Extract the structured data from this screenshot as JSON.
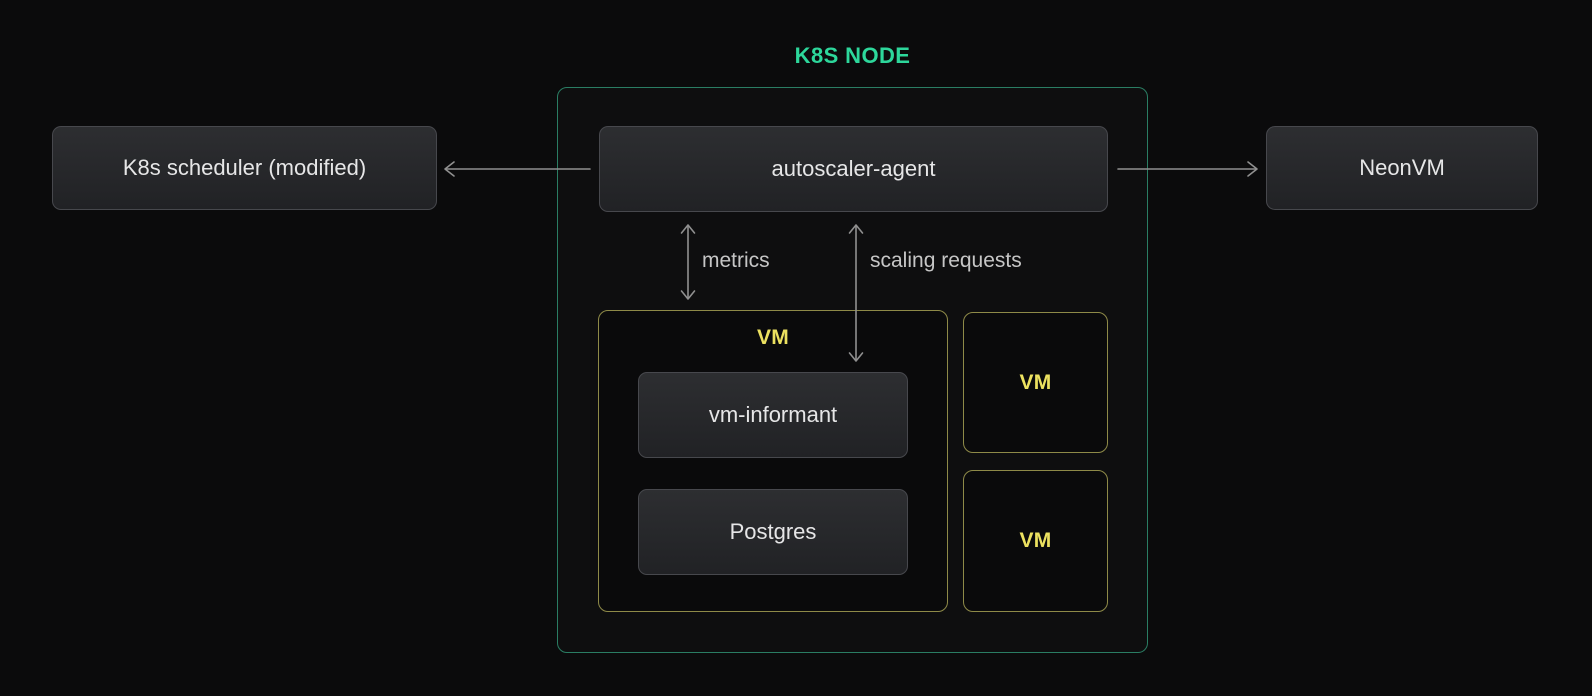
{
  "title": "K8S NODE",
  "colors": {
    "page_bg": "#0b0b0c",
    "green_title": "#2dd79b",
    "green_border": "#2a7d63",
    "olive_border": "#8e8a48",
    "yellow_text": "#ece160",
    "node_border": "#47484d",
    "node_bg_top": "#2d2e31",
    "node_bg_bottom": "#212225",
    "node_text": "#e6e6e7",
    "arrow": "#909090",
    "edge_label": "#c6c6c6"
  },
  "nodes": {
    "scheduler": "K8s scheduler (modified)",
    "autoscaler": "autoscaler-agent",
    "neonvm": "NeonVM",
    "vm_informant": "vm-informant",
    "postgres": "Postgres"
  },
  "groups": {
    "vm_main": "VM",
    "vm_small_top": "VM",
    "vm_small_bottom": "VM"
  },
  "edge_labels": {
    "metrics": "metrics",
    "scaling": "scaling requests"
  }
}
